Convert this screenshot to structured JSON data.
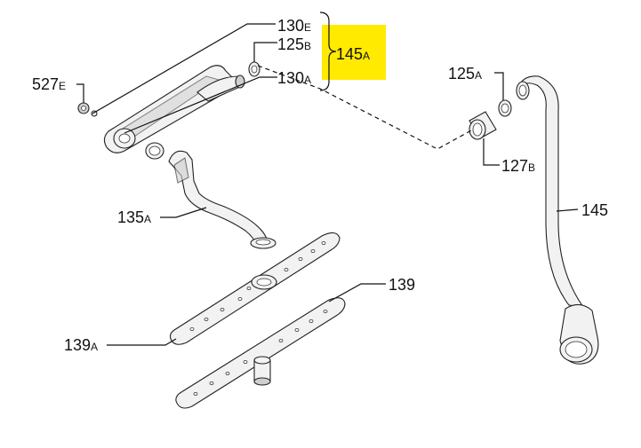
{
  "highlight_color": "#ffea00",
  "labels": {
    "p130e": {
      "main": "130",
      "sub": "E"
    },
    "p125b": {
      "main": "125",
      "sub": "B"
    },
    "p130a": {
      "main": "130",
      "sub": "A"
    },
    "p145a": {
      "main": "145",
      "sub": "A"
    },
    "p527e": {
      "main": "527",
      "sub": "E"
    },
    "p125a": {
      "main": "125",
      "sub": "A"
    },
    "p127b": {
      "main": "127",
      "sub": "B"
    },
    "p135a": {
      "main": "135",
      "sub": "A"
    },
    "p145": {
      "main": "145",
      "sub": ""
    },
    "p139": {
      "main": "139",
      "sub": ""
    },
    "p139a": {
      "main": "139",
      "sub": "A"
    }
  }
}
